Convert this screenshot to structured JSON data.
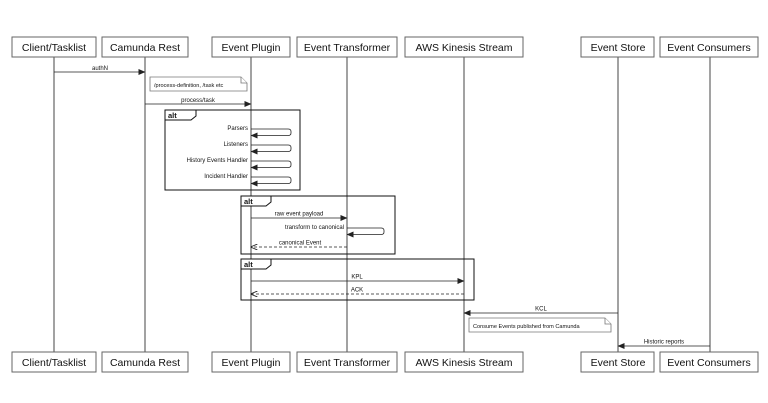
{
  "diagram": {
    "type": "sequence",
    "participants": [
      {
        "id": "client",
        "label": "Client/Tasklist"
      },
      {
        "id": "rest",
        "label": "Camunda Rest"
      },
      {
        "id": "plugin",
        "label": "Event Plugin"
      },
      {
        "id": "transformer",
        "label": "Event Transformer"
      },
      {
        "id": "kinesis",
        "label": "AWS Kinesis Stream"
      },
      {
        "id": "store",
        "label": "Event Store"
      },
      {
        "id": "consumers",
        "label": "Event Consumers"
      }
    ],
    "messages": [
      {
        "from": "client",
        "to": "rest",
        "label": "authN",
        "dashed": false
      },
      {
        "from": "rest",
        "to": "plugin",
        "label": "process/task",
        "dashed": false
      },
      {
        "from": "plugin",
        "to": "plugin",
        "label": "Parsers",
        "dashed": false
      },
      {
        "from": "plugin",
        "to": "plugin",
        "label": "Listeners",
        "dashed": false
      },
      {
        "from": "plugin",
        "to": "plugin",
        "label": "History Events Handler",
        "dashed": false
      },
      {
        "from": "plugin",
        "to": "plugin",
        "label": "Incident Handler",
        "dashed": false
      },
      {
        "from": "plugin",
        "to": "transformer",
        "label": "raw event payload",
        "dashed": false
      },
      {
        "from": "transformer",
        "to": "transformer",
        "label": "transform to canonical",
        "dashed": false
      },
      {
        "from": "transformer",
        "to": "plugin",
        "label": "canonical Event",
        "dashed": true
      },
      {
        "from": "plugin",
        "to": "kinesis",
        "label": "KPL",
        "dashed": false
      },
      {
        "from": "kinesis",
        "to": "plugin",
        "label": "ACK",
        "dashed": true
      },
      {
        "from": "store",
        "to": "kinesis",
        "label": "KCL",
        "dashed": false
      },
      {
        "from": "consumers",
        "to": "store",
        "label": "Historic reports",
        "dashed": false
      }
    ],
    "notes": [
      {
        "text": "/process-definition, /task etc"
      },
      {
        "text": "Consume Events published from Camunda"
      }
    ],
    "fragments": [
      {
        "label": "alt"
      },
      {
        "label": "alt"
      },
      {
        "label": "alt"
      }
    ]
  }
}
